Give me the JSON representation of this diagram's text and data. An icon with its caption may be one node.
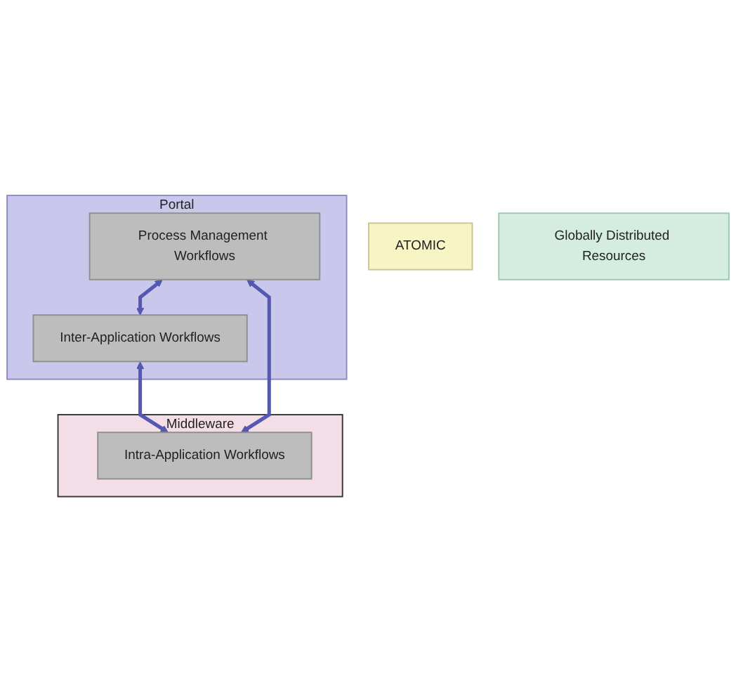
{
  "diagram": {
    "nodes": [
      {
        "text": [
          "Portal"
        ]
      },
      {
        "text": [
          "Process Management Workflows"
        ],
        "in": 0
      },
      {
        "text": [
          "Inter-Application Workflows"
        ],
        "in": 0
      },
      {
        "text": [
          "ATOMIC"
        ]
      },
      {
        "text": [
          "Middleware"
        ]
      },
      {
        "text": [
          "Intra-Application Workflows"
        ],
        "in": 4
      },
      {
        "text": [
          "Globally Distributed Resources"
        ]
      }
    ],
    "edges": [
      {
        "from": 1,
        "to": 2,
        "arrow": "both"
      },
      {
        "from": 2,
        "to": 5,
        "arrow": "both"
      },
      {
        "from": 1,
        "to": 5,
        "arrow": "both"
      }
    ]
  }
}
